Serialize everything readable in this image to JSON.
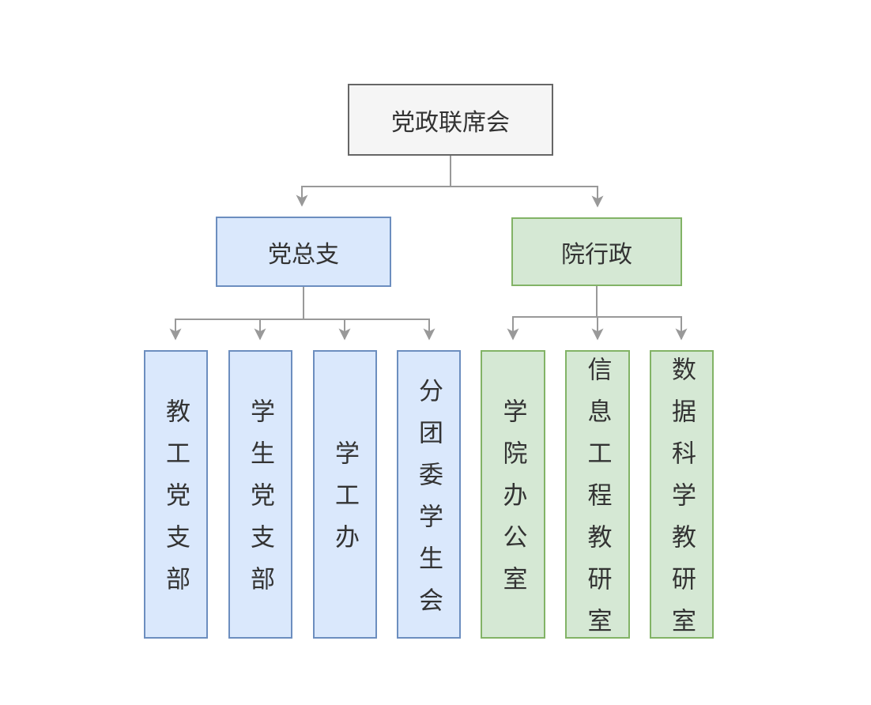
{
  "diagram": {
    "type": "org-chart",
    "root": {
      "label": "党政联席会"
    },
    "branches": [
      {
        "label": "党总支",
        "theme": "blue",
        "children": [
          {
            "label": "教工党支部"
          },
          {
            "label": "学生党支部"
          },
          {
            "label": "学工办"
          },
          {
            "label": "分团委学生会"
          }
        ]
      },
      {
        "label": "院行政",
        "theme": "green",
        "children": [
          {
            "label": "学院办公室"
          },
          {
            "label": "信息工程教研室"
          },
          {
            "label": "数据科学教研室"
          }
        ]
      }
    ],
    "palette": {
      "root_fill": "#f5f5f5",
      "root_border": "#666666",
      "blue_fill": "#dae8fc",
      "blue_border": "#6c8ebf",
      "green_fill": "#d5e8d4",
      "green_border": "#82b366",
      "edge_color": "#999999",
      "text_color": "#333333",
      "background": "#ffffff"
    }
  }
}
